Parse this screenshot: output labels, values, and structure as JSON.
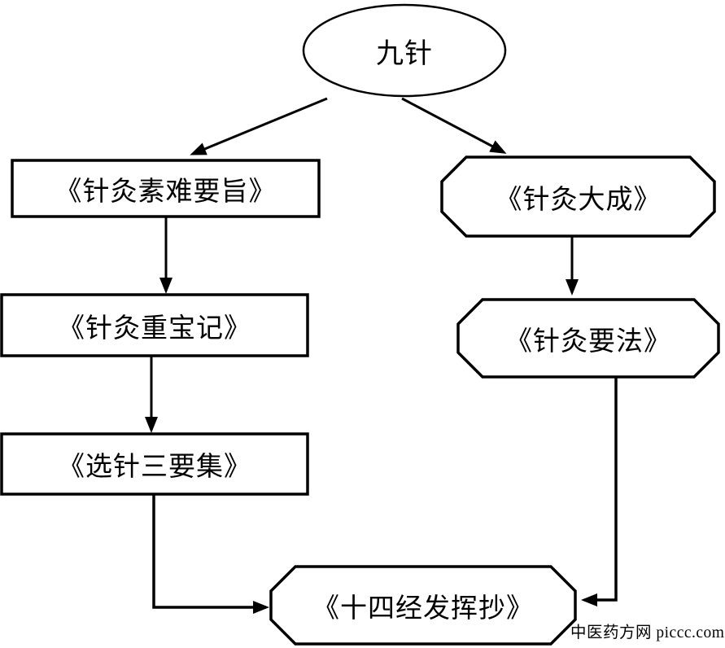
{
  "diagram": {
    "background_color": "#ffffff",
    "ink_color": "#000000",
    "nodes": [
      {
        "id": "jiuzhen",
        "label": "九针",
        "shape": "ellipse"
      },
      {
        "id": "sunan-yaozhi",
        "label": "《针灸素难要旨》",
        "shape": "rectangle"
      },
      {
        "id": "zhongbao-ji",
        "label": "《针灸重宝记》",
        "shape": "rectangle"
      },
      {
        "id": "xuanzhen-sanyaoji",
        "label": "《选针三要集》",
        "shape": "rectangle"
      },
      {
        "id": "zhenjiu-dacheng",
        "label": "《针灸大成》",
        "shape": "octagon"
      },
      {
        "id": "zhenjiu-yaofa",
        "label": "《针灸要法》",
        "shape": "octagon"
      },
      {
        "id": "shisijing-fahuichao",
        "label": "《十四经发挥抄》",
        "shape": "octagon"
      }
    ],
    "edges": [
      {
        "from": "九针",
        "to": "《针灸素难要旨》"
      },
      {
        "from": "九针",
        "to": "《针灸大成》"
      },
      {
        "from": "《针灸素难要旨》",
        "to": "《针灸重宝记》"
      },
      {
        "from": "《针灸重宝记》",
        "to": "《选针三要集》"
      },
      {
        "from": "《针灸大成》",
        "to": "《针灸要法》"
      },
      {
        "from": "《选针三要集》",
        "to": "《十四经发挥抄》"
      },
      {
        "from": "《针灸要法》",
        "to": "《十四经发挥抄》"
      }
    ],
    "watermark": "中医药方网 piccc.com"
  }
}
